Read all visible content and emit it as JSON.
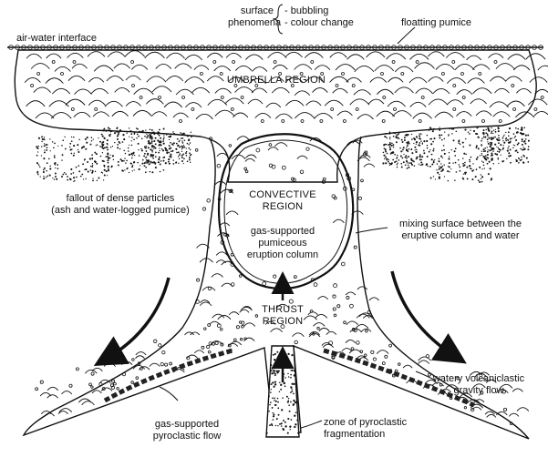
{
  "labels": {
    "surface": [
      "surface",
      "phenomena"
    ],
    "surface_items": [
      "- bubbling",
      "- colour change"
    ],
    "floating_pumice": "floatting pumice",
    "air_water_interface": "air-water interface",
    "umbrella_region": "UMBRELLA REGION",
    "fallout": [
      "fallout of dense particles",
      "(ash and water-logged pumice)"
    ],
    "convective_region": [
      "CONVECTIVE",
      "REGION"
    ],
    "gas_supported_column": [
      "gas-supported",
      "pumiceous",
      "eruption column"
    ],
    "mixing_surface": [
      "mixing surface between the",
      "eruptive column and water"
    ],
    "thrust_region": [
      "THRUST",
      "REGION"
    ],
    "watery_flow": [
      "watery volcaniclastic",
      "gravity flow"
    ],
    "pyroclastic_flow": [
      "gas-supported",
      "pyroclastic flow"
    ],
    "fragmentation_zone": [
      "zone of pyroclastic",
      "fragmentation"
    ]
  },
  "colors": {
    "ink": "#111111",
    "background": "#ffffff"
  }
}
